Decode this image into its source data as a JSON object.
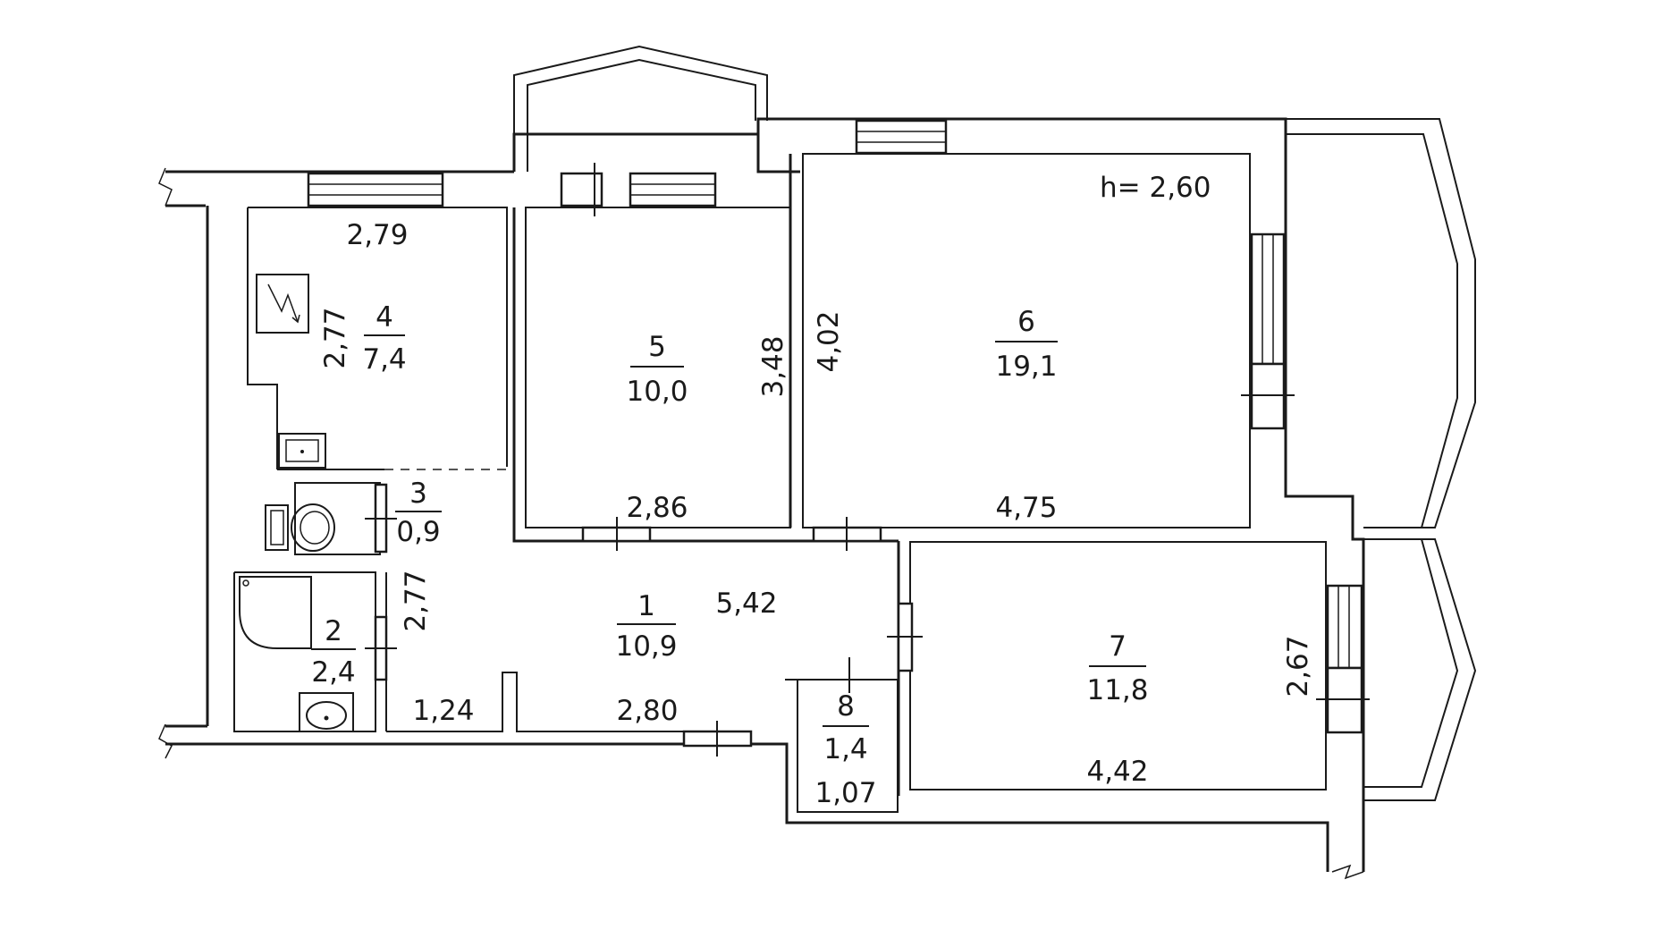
{
  "ceiling_height": "h=  2,60",
  "rooms": [
    {
      "number": "1",
      "area": "10,9"
    },
    {
      "number": "2",
      "area": "2,4"
    },
    {
      "number": "3",
      "area": "0,9"
    },
    {
      "number": "4",
      "area": "7,4"
    },
    {
      "number": "5",
      "area": "10,0"
    },
    {
      "number": "6",
      "area": "19,1"
    },
    {
      "number": "7",
      "area": "11,8"
    },
    {
      "number": "8",
      "area": "1,4"
    }
  ],
  "dimensions": {
    "room4_width": "2,79",
    "room4_height": "2,77",
    "room5_height": "3,48",
    "room5_width": "2,86",
    "room6_height": "4,02",
    "room6_width": "4,75",
    "room1_width": "5,42",
    "room1_height": "2,77",
    "room1_left_bottom": "1,24",
    "room1_bottom": "2,80",
    "room8_width": "1,07",
    "room7_height": "2,67",
    "room7_width": "4,42"
  }
}
